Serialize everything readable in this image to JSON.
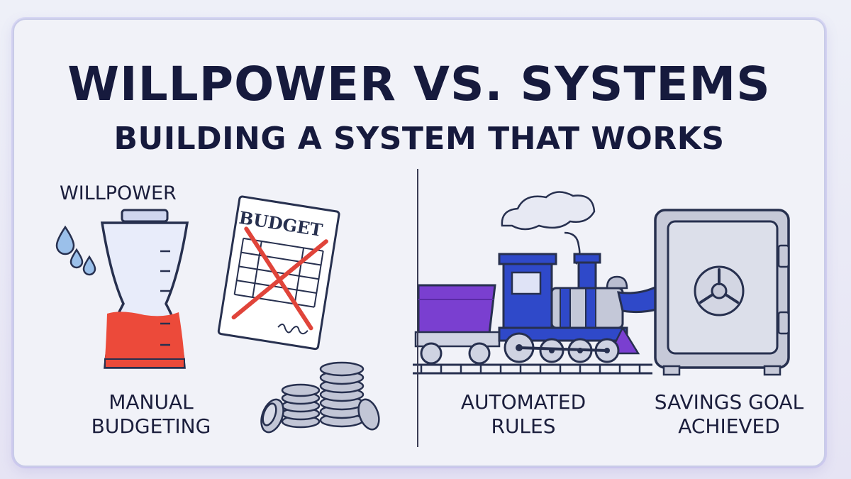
{
  "title": "WILLPOWER VS. SYSTEMS",
  "subtitle": "BUILDING A SYSTEM THAT WORKS",
  "left": {
    "heading": "WILLPOWER",
    "budget_text": "BUDGET",
    "caption": "MANUAL\nBUDGETING"
  },
  "right": {
    "caption_train": "AUTOMATED\nRULES",
    "caption_safe": "SAVINGS GOAL\nACHIEVED"
  },
  "colors": {
    "ink": "#161a3d",
    "red": "#e0443a",
    "blue": "#2f49c9",
    "purple": "#7a3fd0",
    "steel": "#b9bdd0"
  }
}
